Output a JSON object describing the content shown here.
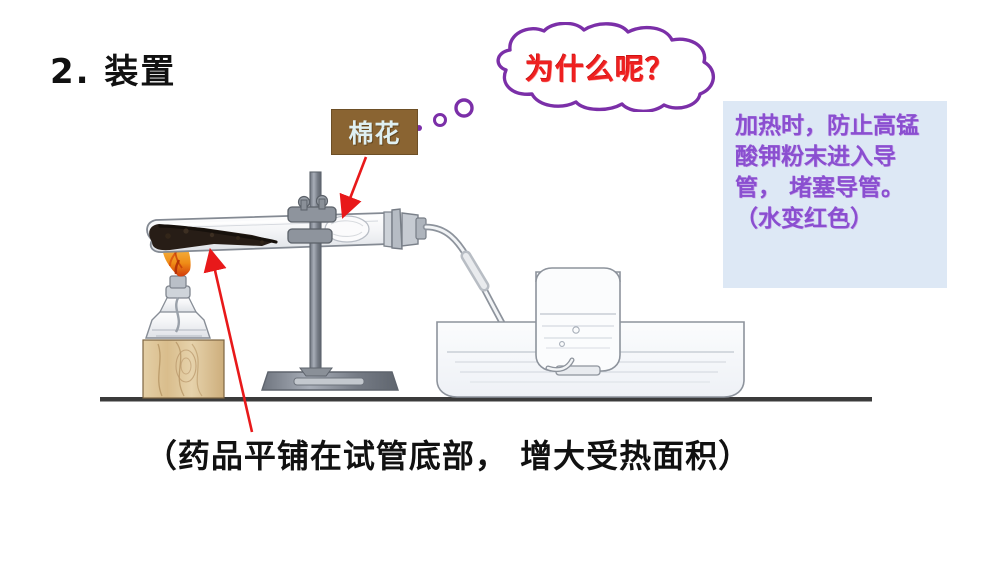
{
  "slide": {
    "title": "2. 装置",
    "background_color": "#ffffff"
  },
  "thought_bubble": {
    "text": "为什么呢？",
    "outline_color": "#7b2fa8",
    "text_color": "#ee2020",
    "fill_color": "#ffffff"
  },
  "cotton_label": {
    "text": "棉花",
    "box_color": "#8a6432",
    "text_color": "#dff0f2"
  },
  "info_box": {
    "text": "加热时，防止高锰酸钾粉末进入导管， 堵塞导管。\n（水变红色）",
    "background_color": "#dde8f5",
    "text_color": "#8a4fd0"
  },
  "bottom_caption": {
    "text": "（药品平铺在试管底部， 增大受热面积）",
    "text_color": "#111111"
  },
  "apparatus": {
    "description": "加热高锰酸钾制取氧气装置图",
    "parts": [
      {
        "name": "test-tube",
        "label": "试管",
        "color": "#8e949e"
      },
      {
        "name": "potassium-permanganate-powder",
        "label": "高锰酸钾粉末",
        "color": "#2b2118"
      },
      {
        "name": "cotton-plug",
        "label": "棉花团",
        "color": "#f2f2f2"
      },
      {
        "name": "rubber-stopper",
        "label": "橡皮塞",
        "color": "#9aa0a8"
      },
      {
        "name": "delivery-tube",
        "label": "导管",
        "color": "#9aa0a8"
      },
      {
        "name": "alcohol-lamp",
        "label": "酒精灯",
        "color": "#c9ced6"
      },
      {
        "name": "flame",
        "label": "火焰",
        "color": "#f0a32a"
      },
      {
        "name": "wooden-block",
        "label": "木块",
        "color": "#d7b98c"
      },
      {
        "name": "iron-stand",
        "label": "铁架台",
        "color": "#7a808a"
      },
      {
        "name": "water-trough",
        "label": "水槽",
        "color": "#b9bfc9"
      },
      {
        "name": "collecting-bottle",
        "label": "集气瓶",
        "color": "#b9bfc9"
      },
      {
        "name": "bench-line",
        "label": "实验台",
        "color": "#3a3a3a"
      }
    ],
    "arrows": [
      {
        "name": "cotton-arrow",
        "color": "#e8191a",
        "from": "棉花标签",
        "to": "试管内棉花团"
      },
      {
        "name": "powder-arrow",
        "color": "#e8191a",
        "from": "底部说明文字",
        "to": "试管内药品"
      }
    ]
  }
}
